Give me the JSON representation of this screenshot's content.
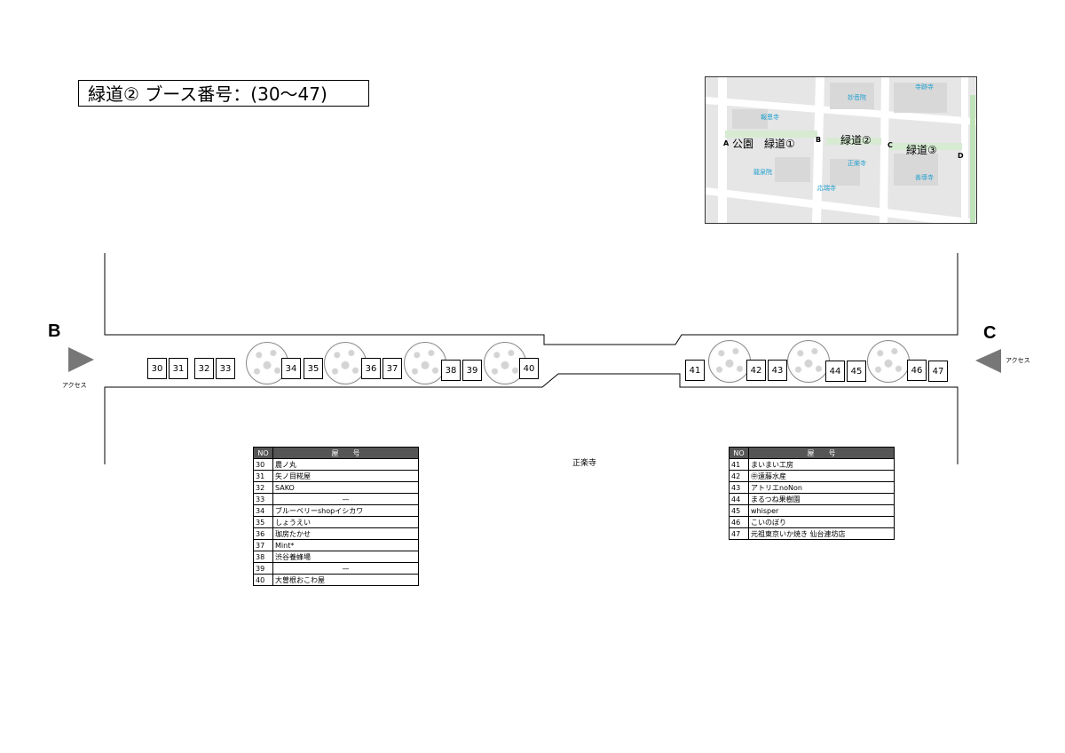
{
  "title": "緑道② ブース番号：(30〜47)",
  "map": {
    "labels": {
      "park": "公園",
      "green1": "緑道①",
      "green2": "緑道②",
      "green3": "緑道③"
    },
    "letters": {
      "a": "A",
      "b": "B",
      "c": "C",
      "d": "D"
    },
    "temples": {
      "t1": "報恩寺",
      "t2": "妙音院",
      "t3": "寺跡寺",
      "t4": "正楽寺",
      "t5": "龍泉院",
      "t6": "応瑞寺",
      "t7": "善導寺"
    }
  },
  "entrances": {
    "left": {
      "letter": "B",
      "label": "アクセス"
    },
    "right": {
      "letter": "C",
      "label": "アクセス"
    }
  },
  "street_label": "正楽寺",
  "booths": [
    "30",
    "31",
    "32",
    "33",
    "34",
    "35",
    "36",
    "37",
    "38",
    "39",
    "40",
    "41",
    "42",
    "43",
    "44",
    "45",
    "46",
    "47"
  ],
  "table_headers": {
    "no": "NO",
    "name": "屋　　号"
  },
  "table_left": [
    {
      "no": "30",
      "name": "農ノ丸"
    },
    {
      "no": "31",
      "name": "矢ノ目糀屋"
    },
    {
      "no": "32",
      "name": "SAKO"
    },
    {
      "no": "33",
      "name": "—"
    },
    {
      "no": "34",
      "name": "ブルーベリーshopイシカワ"
    },
    {
      "no": "35",
      "name": "しょうえい"
    },
    {
      "no": "36",
      "name": "珈房たかせ"
    },
    {
      "no": "37",
      "name": "Mint*"
    },
    {
      "no": "38",
      "name": "渋谷養蜂場"
    },
    {
      "no": "39",
      "name": "—"
    },
    {
      "no": "40",
      "name": "大曽根おこわ屋"
    }
  ],
  "table_right": [
    {
      "no": "41",
      "name": "まいまい工房"
    },
    {
      "no": "42",
      "name": "㊥遠藤水産"
    },
    {
      "no": "43",
      "name": "アトリエnoNon"
    },
    {
      "no": "44",
      "name": "まるつね果樹園"
    },
    {
      "no": "45",
      "name": "whisper"
    },
    {
      "no": "46",
      "name": "こいのぼり"
    },
    {
      "no": "47",
      "name": "元祖東京いか焼き 仙台連坊店"
    }
  ]
}
